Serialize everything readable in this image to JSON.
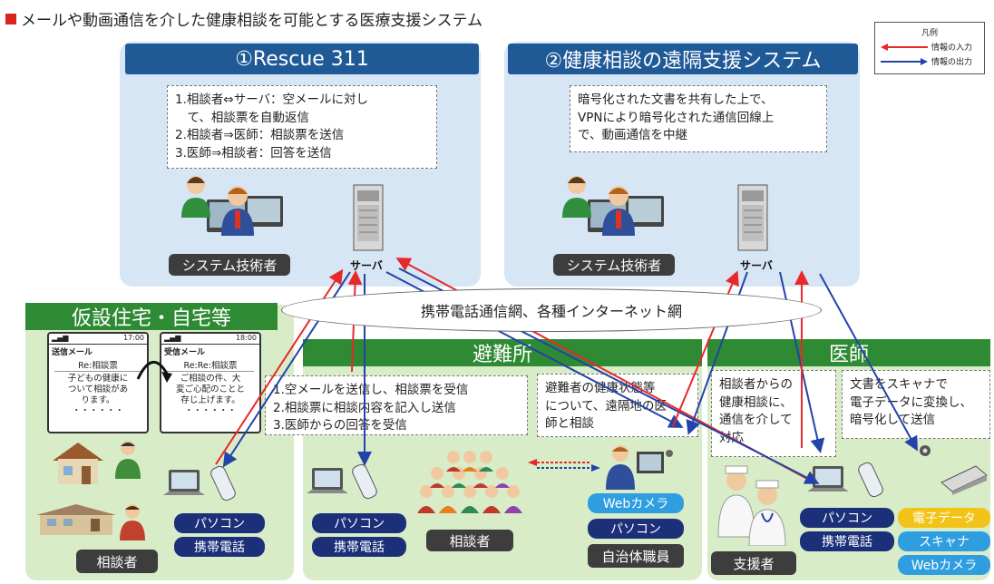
{
  "title": "メールや動画通信を介した健康相談を可能とする医療支援システム",
  "legend": {
    "heading": "凡例",
    "input": "情報の入力",
    "output": "情報の出力",
    "input_color": "#e8282b",
    "output_color": "#2443a8"
  },
  "rescue": {
    "header": "①Rescue 311",
    "steps": "1.相談者⇔サーバ：空メールに対し\n　て、相談票を自動返信\n2.相談者⇒医師：相談票を送信\n3.医師⇒相談者：回答を送信",
    "engineer": "システム技術者",
    "server": "サーバ"
  },
  "remote": {
    "header": "②健康相談の遠隔支援システム",
    "desc": "暗号化された文書を共有した上で、\nVPNにより暗号化された通信回線上\nで、動画通信を中継",
    "engineer": "システム技術者",
    "server": "サーバ"
  },
  "network": "携帯電話通信網、各種インターネット網",
  "home": {
    "header": "仮設住宅・自宅等",
    "phone1": {
      "status": "17:00",
      "title": "送信メール",
      "subject": "Re:相談票",
      "body": "子どもの健康に\nついて相談があ\nります。\n・・・・・・"
    },
    "phone2": {
      "status": "18:00",
      "title": "受信メール",
      "subject": "Re:Re:相談票",
      "body": "ご相談の件、大\n変ご心配のことと\n存じ上げます。\n・・・・・・"
    },
    "pc": "パソコン",
    "mobile": "携帯電話",
    "consultant": "相談者"
  },
  "shelter": {
    "header": "避難所",
    "steps": "1.空メールを送信し、相談票を受信\n2.相談票に相談内容を記入し送信\n3.医師からの回答を受信",
    "note": "避難者の健康状態等\nについて、遠隔地の医\n師と相談",
    "pc": "パソコン",
    "mobile": "携帯電話",
    "consultant": "相談者",
    "webcam": "Webカメラ",
    "pc2": "パソコン",
    "staff": "自治体職員"
  },
  "doctor": {
    "header": "医師",
    "note1": "相談者からの\n健康相談に、\n通信を介して\n対応",
    "note2": "文書をスキャナで\n電子データに変換し、\n暗号化して送信",
    "pc": "パソコン",
    "mobile": "携帯電話",
    "edata": "電子データ",
    "scanner": "スキャナ",
    "webcam": "Webカメラ",
    "supporter": "支援者"
  }
}
